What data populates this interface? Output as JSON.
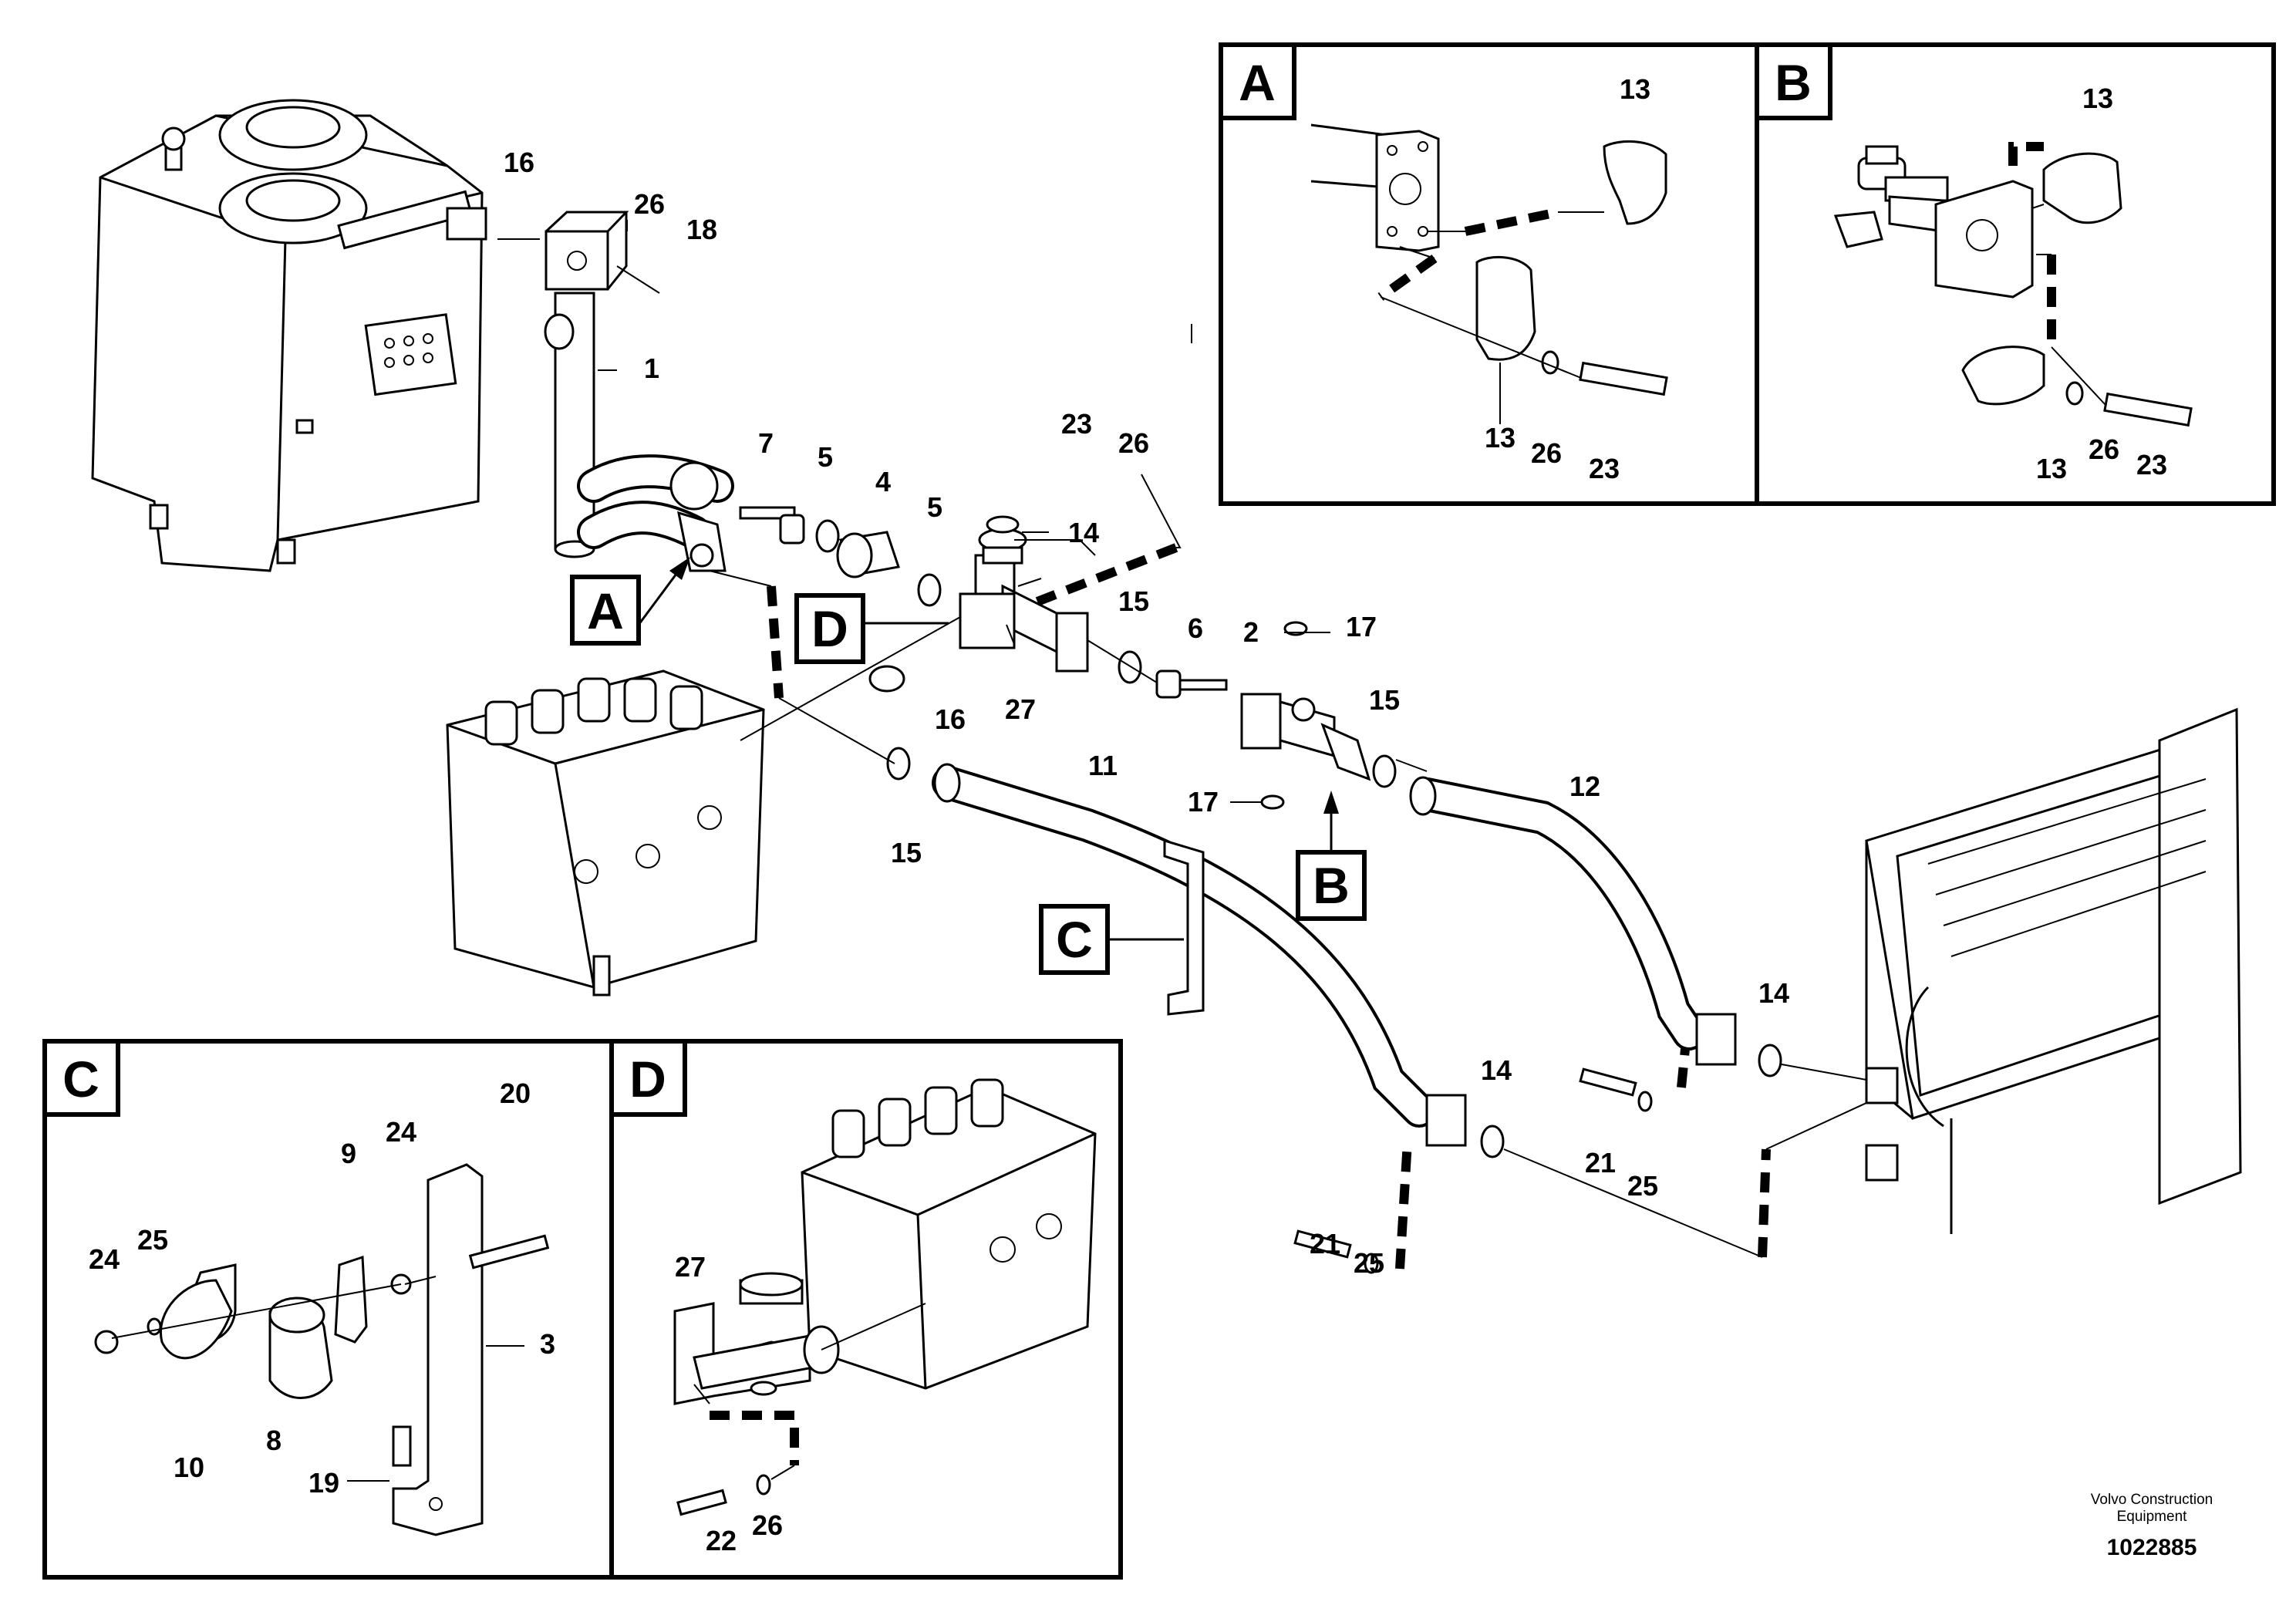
{
  "part_numbers": {
    "p16a": "16",
    "p26a": "26",
    "p18": "18",
    "p1": "1",
    "p7": "7",
    "p5a": "5",
    "p4": "4",
    "p5b": "5",
    "p23a": "23",
    "p26b": "26",
    "p14a": "14",
    "p15a": "15",
    "p6": "6",
    "p2": "2",
    "p17a": "17",
    "p17b": "17",
    "p15b": "15",
    "p27a": "27",
    "p16b": "16",
    "p15c": "15",
    "p11": "11",
    "p12": "12",
    "p14b": "14",
    "p14c": "14",
    "p21a": "21",
    "p25a": "25",
    "p21b": "21",
    "p25b": "25"
  },
  "callouts": {
    "a": "A",
    "b": "B",
    "c": "C",
    "d": "D"
  },
  "detail_a": {
    "title": "A",
    "n13a": "13",
    "n13b": "13",
    "n26": "26",
    "n23": "23"
  },
  "detail_b": {
    "title": "B",
    "n13a": "13",
    "n13b": "13",
    "n26": "26",
    "n23": "23"
  },
  "detail_c": {
    "title": "C",
    "n20": "20",
    "n9": "9",
    "n24a": "24",
    "n24b": "24",
    "n25": "25",
    "n3": "3",
    "n8": "8",
    "n10": "10",
    "n19": "19"
  },
  "detail_d": {
    "title": "D",
    "n27": "27",
    "n22": "22",
    "n26": "26"
  },
  "footer": {
    "company_line1": "Volvo Construction",
    "company_line2": "Equipment",
    "doc_number": "1022885"
  }
}
